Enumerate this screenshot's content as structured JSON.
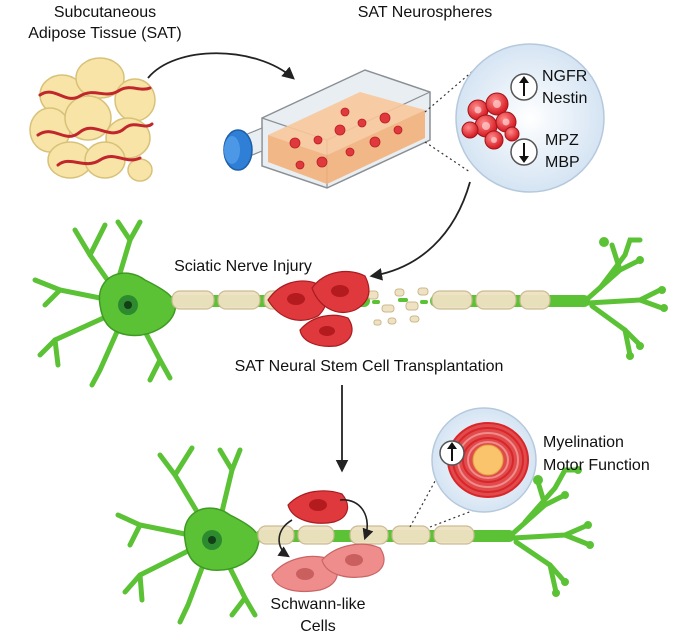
{
  "labels": {
    "sat_line1": "Subcutaneous",
    "sat_line2": "Adipose Tissue (SAT)",
    "neurospheres": "SAT Neurospheres",
    "marker_up_1": "NGFR",
    "marker_up_2": "Nestin",
    "marker_down_1": "MPZ",
    "marker_down_2": "MBP",
    "injury": "Sciatic Nerve Injury",
    "transplant": "SAT Neural Stem Cell Transplantation",
    "outcome_1": "Myelination",
    "outcome_2": "Motor Function",
    "schwann_1": "Schwann-like",
    "schwann_2": "Cells"
  },
  "colors": {
    "neuron": "#5bc236",
    "neuron_dark": "#3f9a22",
    "nucleus": "#1e7a2a",
    "myelin": "#efe2c2",
    "red_cell": "#e0393d",
    "pink_cell": "#ef8c8c",
    "flask_cap": "#2f7fd6",
    "adipocyte": "#f7e4a6",
    "vessel": "#c0262b",
    "callout_bg": "#dbe8f4"
  },
  "icons": {
    "up_arrow": "up-arrow-icon",
    "down_arrow": "down-arrow-icon"
  }
}
